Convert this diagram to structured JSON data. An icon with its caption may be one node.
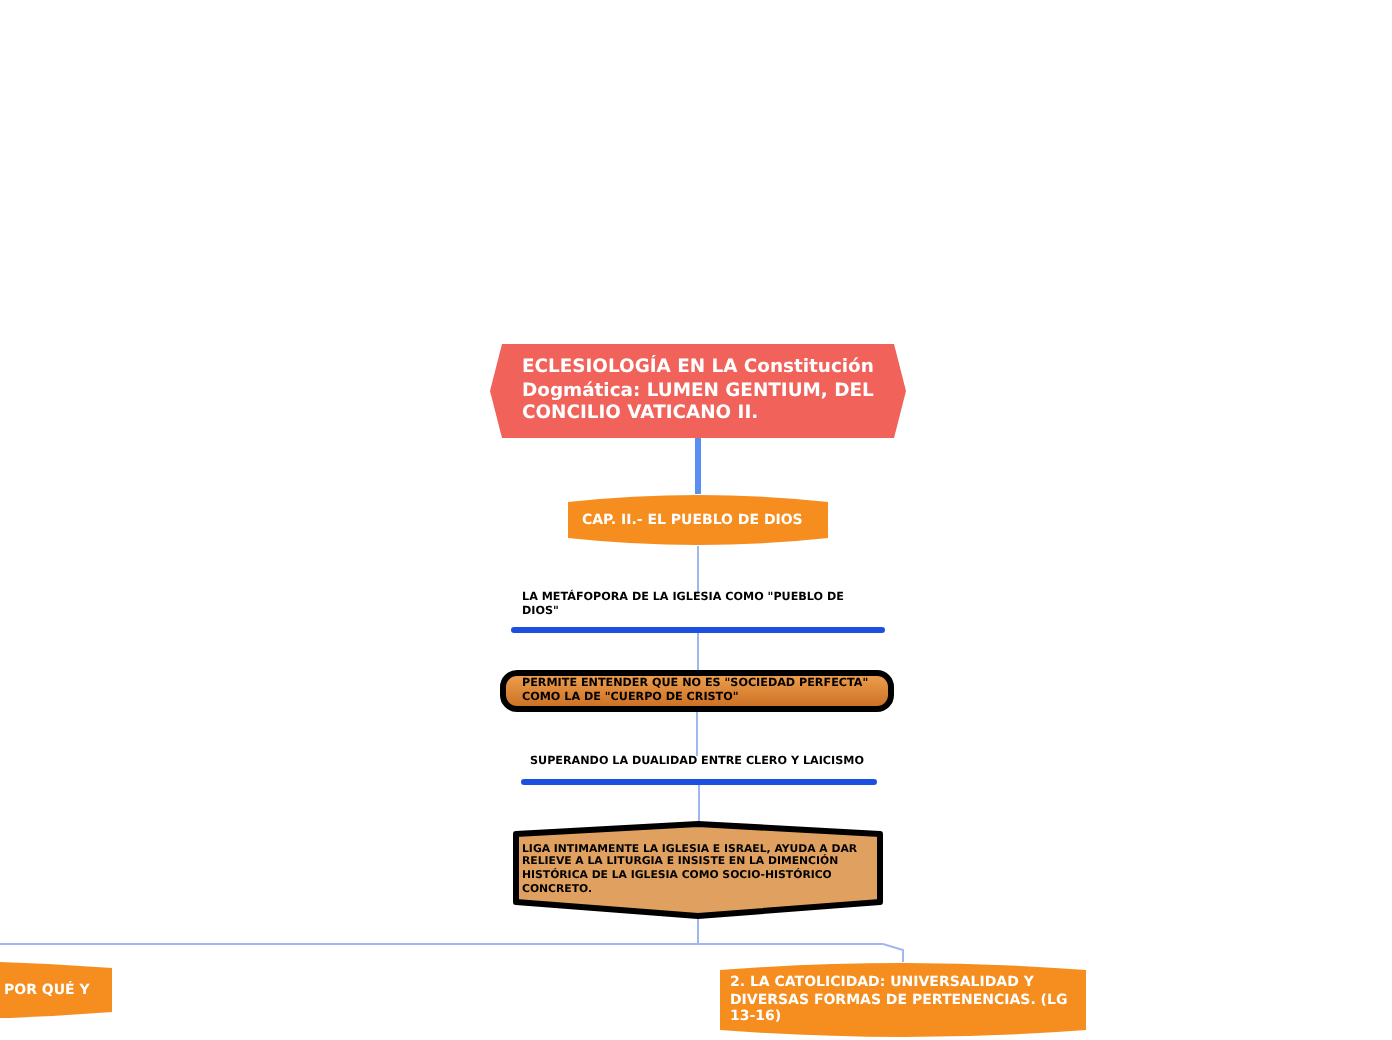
{
  "diagram": {
    "nodes": [
      {
        "text": [
          "ECLESIOLOGÍA EN LA Constitución Dogmática: LUMEN GENTIUM, DEL CONCILIO VATICANO II."
        ]
      },
      {
        "text": [
          "CAP. II.- EL PUEBLO DE DIOS"
        ]
      },
      {
        "text": [
          "LA METÁFOPORA DE LA IGLESIA COMO \"PUEBLO DE DIOS\""
        ]
      },
      {
        "text": [
          "PERMITE ENTENDER QUE NO ES \"SOCIEDAD PERFECTA\" COMO LA DE \"CUERPO DE CRISTO\""
        ]
      },
      {
        "text": [
          "SUPERANDO LA DUALIDAD ENTRE CLERO Y LAICISMO"
        ]
      },
      {
        "text": [
          "LIGA INTIMAMENTE LA IGLESIA E ISRAEL, AYUDA A DAR RELIEVE A LA LITURGIA E INSISTE EN LA DIMENCIÓN HISTÓRICA DE LA IGLESIA COMO SOCIO-HISTÓRICO CONCRETO."
        ]
      },
      {
        "text": [
          "POR QUÉ Y"
        ]
      },
      {
        "text": [
          "2. LA CATOLICIDAD: UNIVERSALIDAD Y DIVERSAS FORMAS DE PERTENENCIAS. (LG 13-16)"
        ]
      }
    ],
    "edges": [
      {
        "from": 0,
        "to": 1,
        "arrow": "none",
        "style": "thick"
      },
      {
        "from": 1,
        "to": 2,
        "arrow": "none"
      },
      {
        "from": 2,
        "to": 3,
        "arrow": "none"
      },
      {
        "from": 3,
        "to": 4,
        "arrow": "none"
      },
      {
        "from": 4,
        "to": 5,
        "arrow": "none"
      },
      {
        "from": 5,
        "to": 6,
        "arrow": "none"
      },
      {
        "from": 5,
        "to": 7,
        "arrow": "none"
      }
    ]
  }
}
